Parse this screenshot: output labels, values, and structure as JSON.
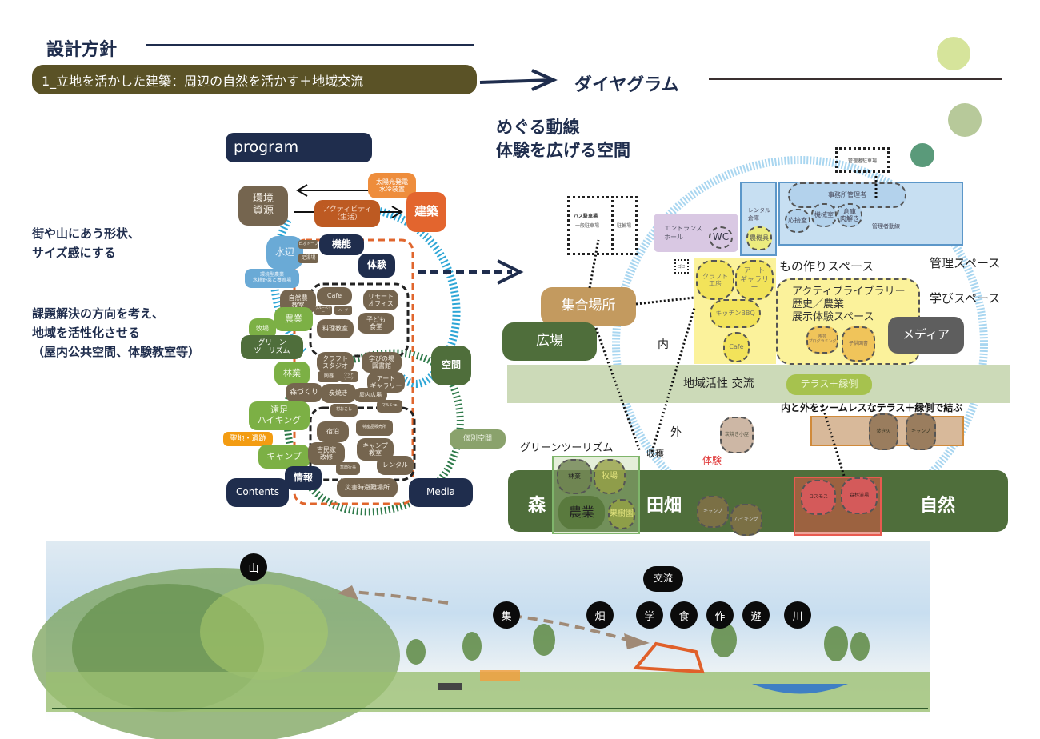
{
  "header": {
    "title": "設計方針",
    "policy": "1_立地を活かした建築：周辺の自然を活かす＋地域交流",
    "diagram_title": "ダイヤグラム"
  },
  "left_notes": {
    "note1": "街や山にあう形状、\nサイズ感にする",
    "note2": "課題解決の方向を考え、\n地域を活性化させる\n（屋内公共空間、体験教室等）"
  },
  "program": {
    "title": "program",
    "env": "環境\n資源",
    "activity": "アクティビティ\n（生活）",
    "solar": "太陽光発電\n水冷装置",
    "architecture": "建築",
    "function": "機能",
    "experience": "体験",
    "waterside": "水辺",
    "waterside_small1": "ビオトープ",
    "waterside_small2": "足湯場",
    "waterside_sub": "環境型農業\n水耕野菜と養殖場",
    "farm_class": "自然農\n教室",
    "agriculture": "農業",
    "ranch": "牧場",
    "green_tourism": "グリーン\nツーリズム",
    "forestry": "林業",
    "forest_making": "森づくり",
    "hiking": "遠足\nハイキング",
    "sacred": "聖地・遺跡",
    "camp": "キャンプ",
    "info": "情報",
    "contents": "Contents",
    "media": "Media",
    "space": "空間",
    "private_space": "個別空間",
    "cafe": "Cafe",
    "cafe_small1": "ブルーベリー",
    "cafe_small2": "ハーブ",
    "remote_office": "リモート\nオフィス",
    "cooking": "料理教室",
    "kids_cafeteria": "子ども\n食堂",
    "craft_studio": "クラフト\nスタジオ",
    "learning_library": "学びの場\n図書館",
    "pottery": "陶器",
    "woodwork": "ウッド\nワーク",
    "art_gallery": "アート\nギャラリー",
    "charcoal": "炭焼き",
    "indoor_plaza": "屋内広場",
    "marche": "マルシェ",
    "village_revival": "村おこし",
    "lodging": "宿泊",
    "specialty_shop": "特産品販売所",
    "old_house": "古民家\n改修",
    "camp_class": "キャンプ\n教室",
    "events": "季節行事",
    "rental": "レンタル",
    "shelter": "災害時避難場所"
  },
  "diagram": {
    "subtitle": "めぐる動線\n体験を広げる空間",
    "bus_parking": "バス駐車場",
    "general_parking": "一般駐車場",
    "bicycle": "駐輪場",
    "manager_parking": "管理者駐車場",
    "entrance_hall": "エントランス\nホール",
    "wc": "WC",
    "rental_storage": "レンタル\n倉庫",
    "farm_tools": "農機具",
    "office": "事務所管理者",
    "reception": "応接室",
    "machine_room": "機械室",
    "storage_disassembly": "倉庫\n肉解き",
    "manager_route": "管理者動線",
    "trash": "ゴミ",
    "gathering": "集合場所",
    "plaza": "広場",
    "inside": "内",
    "craft_workshop": "クラフト\n工房",
    "art_gallery": "アート\nギャラリー",
    "kitchen_bbq": "キッチンBBQ",
    "cafe": "Cafe",
    "making_space": "もの作りスペース",
    "management_space": "管理スペース",
    "learning_space": "学びスペース",
    "active_library": "アクティブライブラリー\n歴史／農業\n展示体験スペース",
    "program_small": "陶芸\nプログラミング",
    "picture_books": "子供図書",
    "media": "メディア",
    "community": "地域活性 交流",
    "terrace": "テラス＋縁側",
    "seamless": "内と外をシームレスなテラス＋縁側で結ぶ",
    "outside": "外",
    "charcoal_hut": "炭焼き小屋",
    "bonfire": "焚き火",
    "camp": "キャンプ",
    "green_tourism": "グリーンツーリズム",
    "harvest": "収穫",
    "experience": "体験",
    "forest": "森",
    "forestry": "林業",
    "ranch": "牧場",
    "agriculture": "農業",
    "orchard": "果樹園",
    "fields": "田畑",
    "camp2": "キャンプ",
    "hiking": "ハイキング",
    "cosmos": "コスモス",
    "forest_bath": "森林浴場",
    "nature": "自然"
  },
  "landscape": {
    "mountain": "山",
    "exchange": "交流",
    "nodes": [
      "集",
      "畑",
      "学",
      "食",
      "作",
      "遊",
      "川"
    ]
  },
  "colors": {
    "navy": "#1f2d4d",
    "olive": "#5a5226",
    "deco1": "#d6e49b",
    "deco2": "#b7c99a",
    "deco3": "#5a9a7a"
  }
}
